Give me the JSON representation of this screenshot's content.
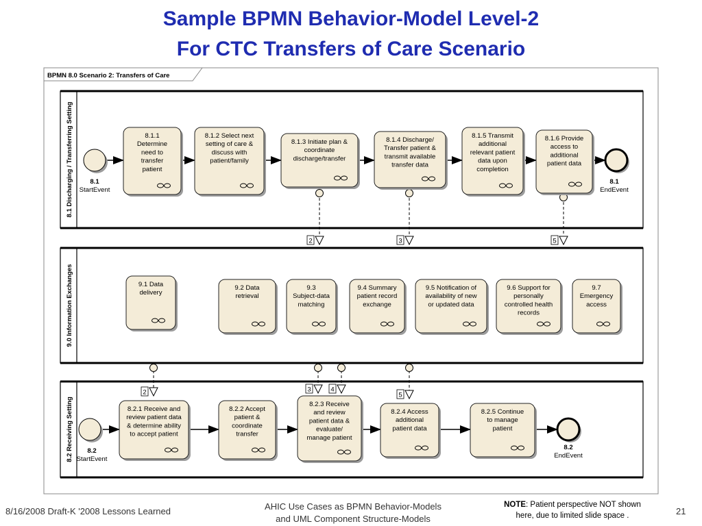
{
  "slide": {
    "title_line1": "Sample BPMN Behavior-Model Level-2",
    "title_line2": "For CTC Transfers of Care Scenario"
  },
  "diagram": {
    "frame_label": "BPMN 8.0 Scenario 2: Transfers of Care",
    "lanes": [
      {
        "label": "8.1 Discharging / Transferring Setting"
      },
      {
        "label": "9.0 Information Exchanges"
      },
      {
        "label": "8.2 Receiving Setting"
      }
    ],
    "lane1_tasks": [
      {
        "lines": [
          "8.1.1",
          "Determine",
          "need to",
          "transfer",
          "patient"
        ]
      },
      {
        "lines": [
          "8.1.2 Select next",
          "setting of care &",
          "discuss with",
          "patient/family"
        ]
      },
      {
        "lines": [
          "8.1.3 Initiate plan &",
          "coordinate",
          "discharge/transfer"
        ]
      },
      {
        "lines": [
          "8.1.4 Discharge/",
          "Transfer patient &",
          "transmit available",
          "transfer data"
        ]
      },
      {
        "lines": [
          "8.1.5 Transmit",
          "additional",
          "relevant patient",
          "data upon",
          "completion"
        ]
      },
      {
        "lines": [
          "8.1.6 Provide",
          "access to",
          "additional",
          "patient data"
        ]
      }
    ],
    "lane2_tasks": [
      {
        "lines": [
          "9.1 Data",
          "delivery"
        ]
      },
      {
        "lines": [
          "9.2 Data",
          "retrieval"
        ]
      },
      {
        "lines": [
          "9.3",
          "Subject-data",
          "matching"
        ]
      },
      {
        "lines": [
          "9.4 Summary",
          "patient record",
          "exchange"
        ]
      },
      {
        "lines": [
          "9.5 Notification of",
          "availability of new",
          "or updated data"
        ]
      },
      {
        "lines": [
          "9.6 Support for",
          "personally",
          "controlled health",
          "records"
        ]
      },
      {
        "lines": [
          "9.7",
          "Emergency",
          "access"
        ]
      }
    ],
    "lane3_tasks": [
      {
        "lines": [
          "8.2.1 Receive and",
          "review patient data",
          "& determine ability",
          "to accept patient"
        ]
      },
      {
        "lines": [
          "8.2.2 Accept",
          "patient &",
          "coordinate",
          "transfer"
        ]
      },
      {
        "lines": [
          "8.2.3 Receive",
          "and review",
          "patient data &",
          "evaluate/",
          "manage patient"
        ]
      },
      {
        "lines": [
          "8.2.4 Access",
          "additional",
          "patient data"
        ]
      },
      {
        "lines": [
          "8.2.5 Continue",
          "to manage",
          "patient"
        ]
      }
    ],
    "events": [
      {
        "lines": [
          "8.1",
          "StartEvent"
        ]
      },
      {
        "lines": [
          "8.1",
          "EndEvent"
        ]
      },
      {
        "lines": [
          "8.2",
          "StartEvent"
        ]
      },
      {
        "lines": [
          "8.2",
          "EndEvent"
        ]
      }
    ],
    "interface_labels": [
      "2",
      "3",
      "5",
      "2",
      "3",
      "4",
      "5"
    ]
  },
  "footer": {
    "left": "8/16/2008 Draft-K '2008 Lessons Learned",
    "center_line1": "AHIC Use Cases as BPMN Behavior-Models",
    "center_line2": "and UML Component Structure-Models",
    "note_bold": "NOTE",
    "note_rest": ": Patient perspective NOT shown",
    "note_line2": "here, due to limited slide space .",
    "page": "21"
  }
}
